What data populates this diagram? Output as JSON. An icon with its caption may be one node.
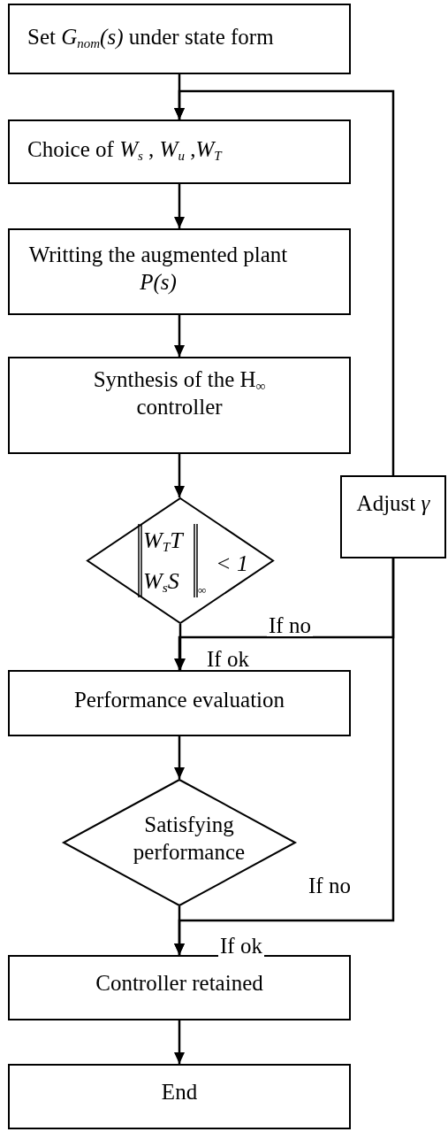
{
  "diagram": {
    "nodes": [
      {
        "text": [
          "Set *G*$_{nom}$*(s)* under state form"
        ]
      },
      {
        "text": [
          "Choice of  *W*$_{s}$ , *W*$_{u}$ ,*W*$_{T}$"
        ]
      },
      {
        "text": [
          "Writting the augmented plant *P(s)*"
        ]
      },
      {
        "text": [
          "Synthesis of the H$_{∞}$ controller"
        ]
      },
      {
        "text": [
          "W$_{T}$T",
          "W$_{s}$S",
          "∞",
          "< 1"
        ]
      },
      {
        "text": [
          "Performance evaluation"
        ]
      },
      {
        "text": [
          "Satisfying performance"
        ]
      },
      {
        "text": [
          "Controller retained"
        ]
      },
      {
        "text": [
          "End"
        ]
      },
      {
        "text": [
          "Adjust *γ*"
        ]
      }
    ],
    "edges": [
      {
        "from": 0,
        "to": 1,
        "arrow": "to"
      },
      {
        "from": 9,
        "to": 1,
        "arrow": "to"
      },
      {
        "from": 1,
        "to": 2,
        "arrow": "to"
      },
      {
        "from": 2,
        "to": 3,
        "arrow": "to"
      },
      {
        "from": 3,
        "to": 4,
        "arrow": "to"
      },
      {
        "from": 4,
        "to": 5,
        "arrow": "to",
        "label": "If ok"
      },
      {
        "from": 9,
        "to": 5,
        "arrow": "to",
        "label": "If no"
      },
      {
        "from": 5,
        "to": 6,
        "arrow": "to"
      },
      {
        "from": 6,
        "to": 7,
        "arrow": "to",
        "label": "If ok"
      },
      {
        "from": 9,
        "to": 7,
        "arrow": "to",
        "label": "If no"
      },
      {
        "from": 7,
        "to": 8,
        "arrow": "to"
      }
    ]
  }
}
